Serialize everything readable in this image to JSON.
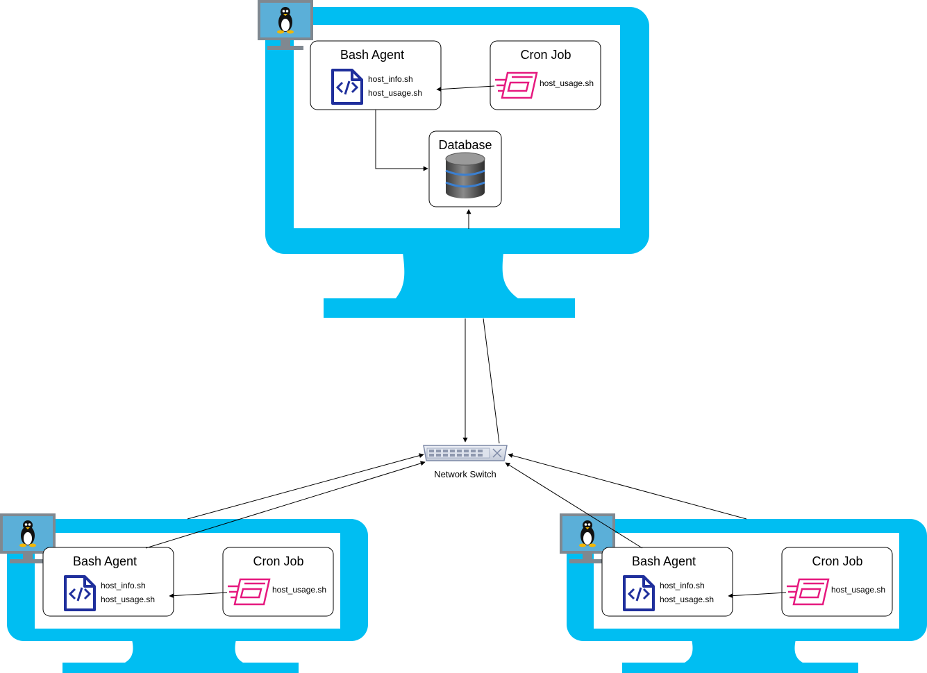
{
  "colors": {
    "monitor": "#00BEF2",
    "script_icon": "#1F2F9C",
    "cron_icon": "#E6197F",
    "linux_badge": "#5BAFD8"
  },
  "icons": {
    "os": "linux-penguin-icon",
    "agent": "code-file-icon",
    "cron": "cron-job-icon",
    "database": "database-cylinder-icon",
    "switch": "network-switch-icon"
  },
  "hosts": [
    {
      "bash_agent": {
        "title": "Bash Agent",
        "files": [
          "host_info.sh",
          "host_usage.sh"
        ]
      },
      "cron_job": {
        "title": "Cron Job",
        "file": "host_usage.sh"
      },
      "database": {
        "title": "Database"
      }
    },
    {
      "bash_agent": {
        "title": "Bash Agent",
        "files": [
          "host_info.sh",
          "host_usage.sh"
        ]
      },
      "cron_job": {
        "title": "Cron Job",
        "file": "host_usage.sh"
      }
    },
    {
      "bash_agent": {
        "title": "Bash Agent",
        "files": [
          "host_info.sh",
          "host_usage.sh"
        ]
      },
      "cron_job": {
        "title": "Cron Job",
        "file": "host_usage.sh"
      }
    }
  ],
  "network_switch": {
    "label": "Network Switch"
  }
}
